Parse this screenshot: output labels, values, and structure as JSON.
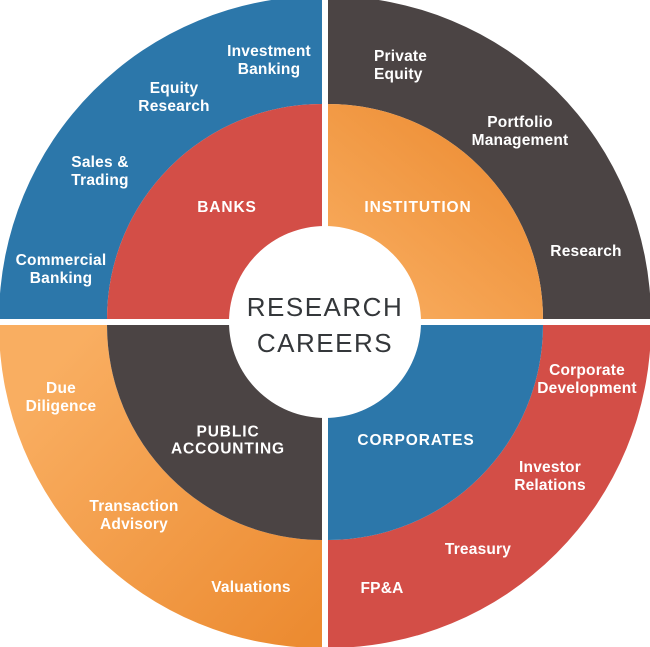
{
  "title": {
    "line1": "RESEARCH",
    "line2": "CAREERS"
  },
  "colors": {
    "blue": "#2C77AA",
    "red": "#D34E47",
    "dark_gray": "#4B4444",
    "orange_light": "#F9AE61",
    "orange_dark": "#EC8B31",
    "title_text": "#34373A",
    "label_text": "#FFFFFF",
    "background": "#FFFFFF"
  },
  "quadrants": {
    "banks": {
      "ring_label": "BANKS",
      "items": [
        {
          "label": "Investment\nBanking"
        },
        {
          "label": "Equity\nResearch"
        },
        {
          "label": "Sales &\nTrading"
        },
        {
          "label": "Commercial\nBanking"
        }
      ]
    },
    "institution": {
      "ring_label": "INSTITUTION",
      "items": [
        {
          "label": "Private\nEquity"
        },
        {
          "label": "Portfolio\nManagement"
        },
        {
          "label": "Research"
        }
      ]
    },
    "public_accounting": {
      "ring_label": "PUBLIC\nACCOUNTING",
      "items": [
        {
          "label": "Due\nDiligence"
        },
        {
          "label": "Transaction\nAdvisory"
        },
        {
          "label": "Valuations"
        }
      ]
    },
    "corporates": {
      "ring_label": "CORPORATES",
      "items": [
        {
          "label": "Corporate\nDevelopment"
        },
        {
          "label": "Investor\nRelations"
        },
        {
          "label": "Treasury"
        },
        {
          "label": "FP&A"
        }
      ]
    }
  }
}
